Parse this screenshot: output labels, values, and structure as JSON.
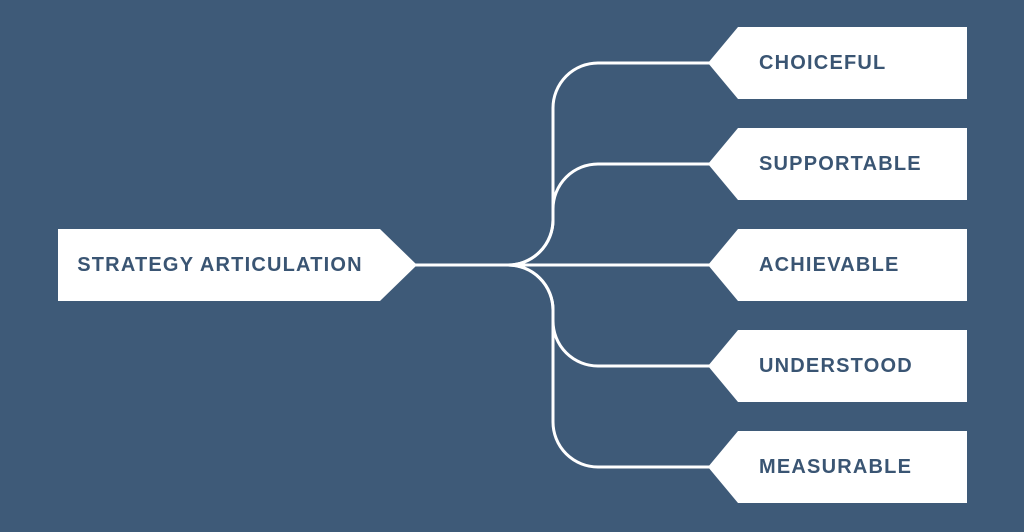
{
  "diagram": {
    "type": "mind-map",
    "root": {
      "label": "STRATEGY ARTICULATION"
    },
    "branches": [
      {
        "label": "CHOICEFUL"
      },
      {
        "label": "SUPPORTABLE"
      },
      {
        "label": "ACHIEVABLE"
      },
      {
        "label": "UNDERSTOOD"
      },
      {
        "label": "MEASURABLE"
      }
    ],
    "colors": {
      "background": "#3E5A78",
      "node_fill": "#FFFFFF",
      "node_text": "#3A5573",
      "connector": "#FFFFFF"
    }
  }
}
